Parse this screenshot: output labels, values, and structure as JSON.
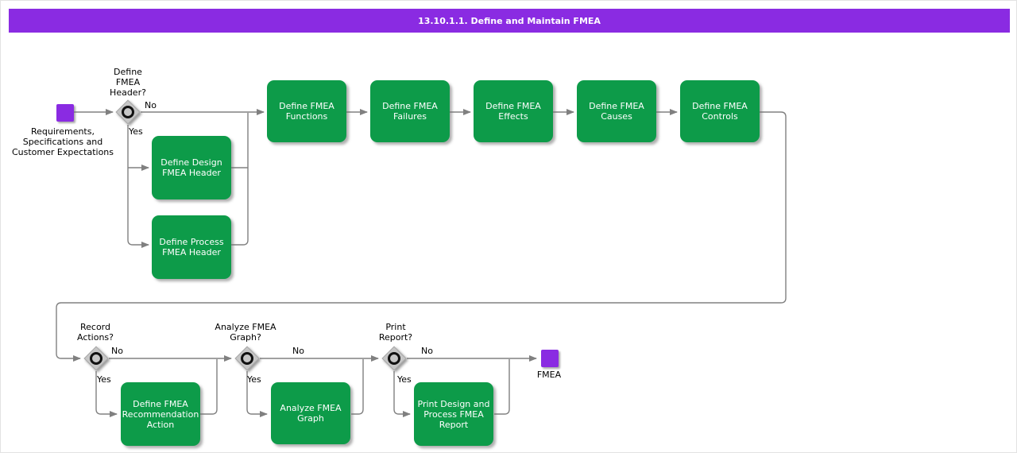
{
  "colors": {
    "purple": "#8A2BE2",
    "green": "#0D9B49",
    "line": "#808080",
    "diamond_fill": "#C6C6C6"
  },
  "titlebar": {
    "title": "13.10.1.1. Define and Maintain FMEA"
  },
  "start_node": {
    "label": "Requirements, Specifications and Customer Expectations"
  },
  "end_node": {
    "label": "FMEA"
  },
  "decisions": [
    {
      "question": "Define FMEA Header?",
      "no_label": "No",
      "yes_label": "Yes"
    },
    {
      "question": "Record Actions?",
      "no_label": "No",
      "yes_label": "Yes"
    },
    {
      "question": "Analyze FMEA Graph?",
      "no_label": "No",
      "yes_label": "Yes"
    },
    {
      "question": "Print Report?",
      "no_label": "No",
      "yes_label": "Yes"
    }
  ],
  "activities": [
    {
      "label": "Define FMEA Functions"
    },
    {
      "label": "Define FMEA Failures"
    },
    {
      "label": "Define FMEA Effects"
    },
    {
      "label": "Define FMEA Causes"
    },
    {
      "label": "Define FMEA Controls"
    },
    {
      "label": "Define Design FMEA Header"
    },
    {
      "label": "Define Process FMEA Header"
    },
    {
      "label": "Define FMEA Recommendation Action"
    },
    {
      "label": "Analyze FMEA Graph"
    },
    {
      "label": "Print Design and Process FMEA Report"
    }
  ]
}
